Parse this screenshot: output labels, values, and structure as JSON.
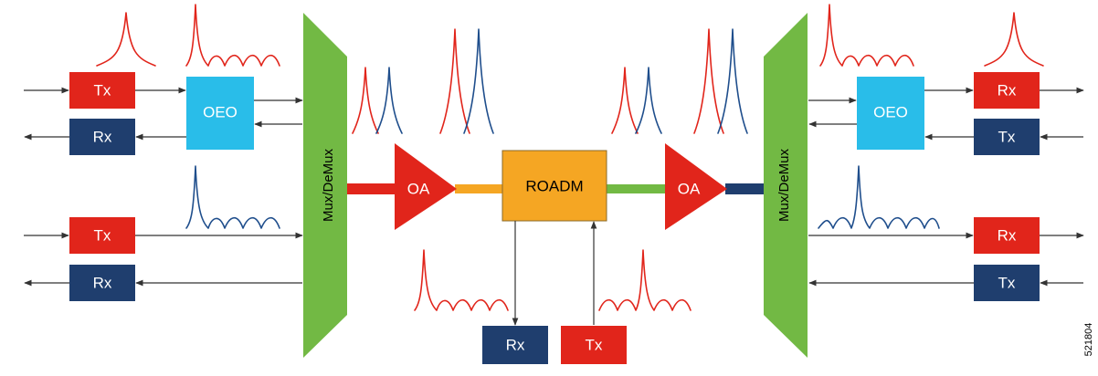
{
  "colors": {
    "tx": "#e1251b",
    "rx": "#1f3e6e",
    "oeo": "#29bde9",
    "mux": "#72b944",
    "roadm": "#f5a623",
    "amp": "#e1251b",
    "wave_red": "#e1251b",
    "wave_blue": "#1f4e8c",
    "line_red": "#e1251b",
    "line_orange": "#f5a623",
    "line_green": "#72b944",
    "line_navy": "#1f3e6e"
  },
  "labels": {
    "tx": "Tx",
    "rx": "Rx",
    "oeo": "OEO",
    "mux": "Mux/DeMux",
    "oa": "OA",
    "roadm": "ROADM"
  },
  "figure_id": "521804"
}
